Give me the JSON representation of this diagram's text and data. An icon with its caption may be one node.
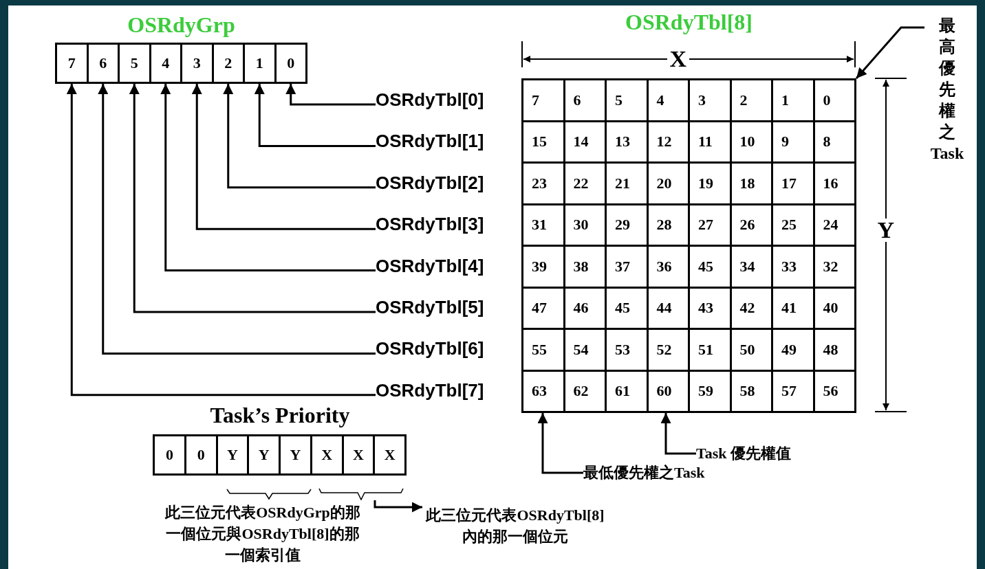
{
  "diagram": {
    "nodes": [
      {
        "text": [
          "OSRdyGrp"
        ]
      },
      {
        "text": [
          "7"
        ],
        "in": 0
      },
      {
        "text": [
          "6"
        ],
        "in": 0
      },
      {
        "text": [
          "5"
        ],
        "in": 0
      },
      {
        "text": [
          "4"
        ],
        "in": 0
      },
      {
        "text": [
          "3"
        ],
        "in": 0
      },
      {
        "text": [
          "2"
        ],
        "in": 0
      },
      {
        "text": [
          "1"
        ],
        "in": 0
      },
      {
        "text": [
          "0"
        ],
        "in": 0
      },
      {
        "text": [
          "OSRdyTbl[0]"
        ]
      },
      {
        "text": [
          "OSRdyTbl[1]"
        ]
      },
      {
        "text": [
          "OSRdyTbl[2]"
        ]
      },
      {
        "text": [
          "OSRdyTbl[3]"
        ]
      },
      {
        "text": [
          "OSRdyTbl[4]"
        ]
      },
      {
        "text": [
          "OSRdyTbl[5]"
        ]
      },
      {
        "text": [
          "OSRdyTbl[6]"
        ]
      },
      {
        "text": [
          "OSRdyTbl[7]"
        ]
      },
      {
        "text": [
          "OSRdyTbl[8]"
        ]
      },
      {
        "text": [
          "7"
        ],
        "in": 17
      },
      {
        "text": [
          "6"
        ],
        "in": 17
      },
      {
        "text": [
          "5"
        ],
        "in": 17
      },
      {
        "text": [
          "4"
        ],
        "in": 17
      },
      {
        "text": [
          "3"
        ],
        "in": 17
      },
      {
        "text": [
          "2"
        ],
        "in": 17
      },
      {
        "text": [
          "1"
        ],
        "in": 17
      },
      {
        "text": [
          "0"
        ],
        "in": 17
      },
      {
        "text": [
          "15"
        ],
        "in": 17
      },
      {
        "text": [
          "14"
        ],
        "in": 17
      },
      {
        "text": [
          "13"
        ],
        "in": 17
      },
      {
        "text": [
          "12"
        ],
        "in": 17
      },
      {
        "text": [
          "11"
        ],
        "in": 17
      },
      {
        "text": [
          "10"
        ],
        "in": 17
      },
      {
        "text": [
          "9"
        ],
        "in": 17
      },
      {
        "text": [
          "8"
        ],
        "in": 17
      },
      {
        "text": [
          "23"
        ],
        "in": 17
      },
      {
        "text": [
          "22"
        ],
        "in": 17
      },
      {
        "text": [
          "21"
        ],
        "in": 17
      },
      {
        "text": [
          "20"
        ],
        "in": 17
      },
      {
        "text": [
          "19"
        ],
        "in": 17
      },
      {
        "text": [
          "18"
        ],
        "in": 17
      },
      {
        "text": [
          "17"
        ],
        "in": 17
      },
      {
        "text": [
          "16"
        ],
        "in": 17
      },
      {
        "text": [
          "31"
        ],
        "in": 17
      },
      {
        "text": [
          "30"
        ],
        "in": 17
      },
      {
        "text": [
          "29"
        ],
        "in": 17
      },
      {
        "text": [
          "28"
        ],
        "in": 17
      },
      {
        "text": [
          "27"
        ],
        "in": 17
      },
      {
        "text": [
          "26"
        ],
        "in": 17
      },
      {
        "text": [
          "25"
        ],
        "in": 17
      },
      {
        "text": [
          "24"
        ],
        "in": 17
      },
      {
        "text": [
          "39"
        ],
        "in": 17
      },
      {
        "text": [
          "38"
        ],
        "in": 17
      },
      {
        "text": [
          "37"
        ],
        "in": 17
      },
      {
        "text": [
          "36"
        ],
        "in": 17
      },
      {
        "text": [
          "45"
        ],
        "in": 17
      },
      {
        "text": [
          "34"
        ],
        "in": 17
      },
      {
        "text": [
          "33"
        ],
        "in": 17
      },
      {
        "text": [
          "32"
        ],
        "in": 17
      },
      {
        "text": [
          "47"
        ],
        "in": 17
      },
      {
        "text": [
          "46"
        ],
        "in": 17
      },
      {
        "text": [
          "45"
        ],
        "in": 17
      },
      {
        "text": [
          "44"
        ],
        "in": 17
      },
      {
        "text": [
          "43"
        ],
        "in": 17
      },
      {
        "text": [
          "42"
        ],
        "in": 17
      },
      {
        "text": [
          "41"
        ],
        "in": 17
      },
      {
        "text": [
          "40"
        ],
        "in": 17
      },
      {
        "text": [
          "55"
        ],
        "in": 17
      },
      {
        "text": [
          "54"
        ],
        "in": 17
      },
      {
        "text": [
          "53"
        ],
        "in": 17
      },
      {
        "text": [
          "52"
        ],
        "in": 17
      },
      {
        "text": [
          "51"
        ],
        "in": 17
      },
      {
        "text": [
          "50"
        ],
        "in": 17
      },
      {
        "text": [
          "49"
        ],
        "in": 17
      },
      {
        "text": [
          "48"
        ],
        "in": 17
      },
      {
        "text": [
          "63"
        ],
        "in": 17
      },
      {
        "text": [
          "62"
        ],
        "in": 17
      },
      {
        "text": [
          "61"
        ],
        "in": 17
      },
      {
        "text": [
          "60"
        ],
        "in": 17
      },
      {
        "text": [
          "59"
        ],
        "in": 17
      },
      {
        "text": [
          "58"
        ],
        "in": 17
      },
      {
        "text": [
          "57"
        ],
        "in": 17
      },
      {
        "text": [
          "56"
        ],
        "in": 17
      },
      {
        "text": [
          "最高優先權之Task"
        ]
      },
      {
        "text": [
          "Task 優先權值"
        ]
      },
      {
        "text": [
          "最低優先權之Task"
        ]
      },
      {
        "text": [
          "Task’s Priority"
        ]
      },
      {
        "text": [
          "0"
        ],
        "in": 85
      },
      {
        "text": [
          "0"
        ],
        "in": 85
      },
      {
        "text": [
          "Y"
        ],
        "in": 85
      },
      {
        "text": [
          "Y"
        ],
        "in": 85
      },
      {
        "text": [
          "Y"
        ],
        "in": 85
      },
      {
        "text": [
          "X"
        ],
        "in": 85
      },
      {
        "text": [
          "X"
        ],
        "in": 85
      },
      {
        "text": [
          "X"
        ],
        "in": 85
      },
      {
        "text": [
          "此三位元代表OSRdyGrp的那一個位元與OSRdyTbl[8]的那一個索引值"
        ]
      },
      {
        "text": [
          "此三位元代表OSRdyTbl[8]內的那一個位元"
        ]
      },
      {
        "text": [],
        "shape": "bracket"
      }
    ],
    "edges": [
      {
        "from": 9,
        "to": 8,
        "arrow": "to"
      },
      {
        "from": 10,
        "to": 7,
        "arrow": "to"
      },
      {
        "from": 11,
        "to": 6,
        "arrow": "to"
      },
      {
        "from": 12,
        "to": 5,
        "arrow": "to"
      },
      {
        "from": 13,
        "to": 4,
        "arrow": "to"
      },
      {
        "from": 14,
        "to": 3,
        "arrow": "to"
      },
      {
        "from": 15,
        "to": 2,
        "arrow": "to"
      },
      {
        "from": 16,
        "to": 1,
        "arrow": "to"
      },
      {
        "from": 82,
        "to": 25,
        "arrow": "to"
      },
      {
        "from": 83,
        "to": 77,
        "arrow": "to"
      },
      {
        "from": 84,
        "to": 74,
        "arrow": "to"
      },
      {
        "from": 96,
        "to": 95,
        "arrow": "to"
      }
    ],
    "labels": [
      "X",
      "Y"
    ]
  }
}
